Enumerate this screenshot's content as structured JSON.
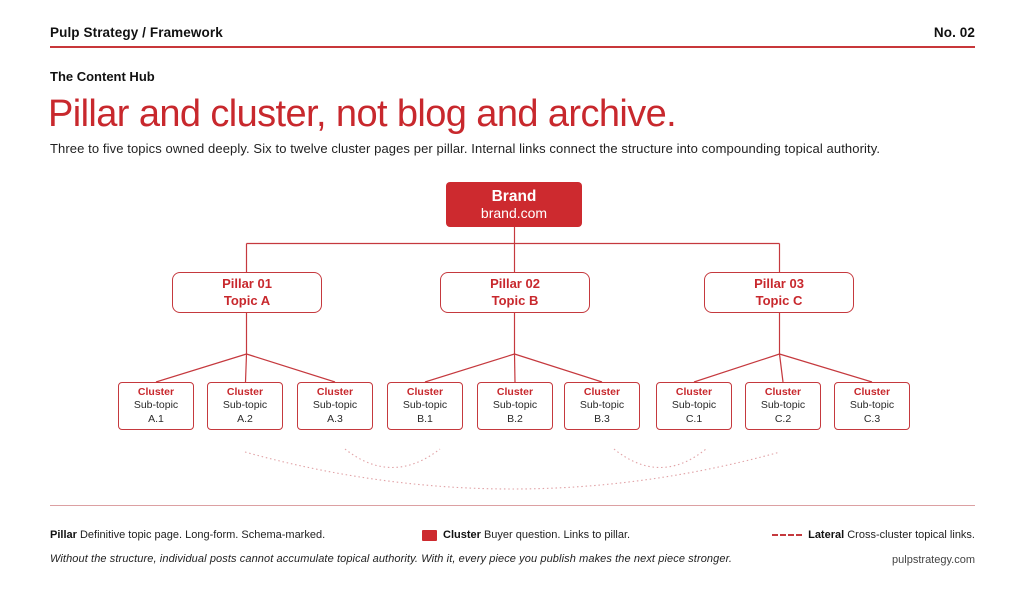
{
  "header": {
    "brand": "Pulp Strategy / Framework",
    "number": "No. 02"
  },
  "eyebrow": "The Content Hub",
  "title": "Pillar and cluster, not blog and archive.",
  "subtitle": "Three to five topics owned deeply. Six to twelve cluster pages per pillar. Internal links connect the structure into compounding topical authority.",
  "diagram": {
    "root": {
      "title": "Brand",
      "subtitle": "brand.com"
    },
    "pillars": [
      {
        "line1": "Pillar 01",
        "line2": "Topic A"
      },
      {
        "line1": "Pillar 02",
        "line2": "Topic B"
      },
      {
        "line1": "Pillar 03",
        "line2": "Topic C"
      }
    ],
    "clusters": [
      {
        "label": "Cluster",
        "line1": "Sub-topic",
        "line2": "A.1"
      },
      {
        "label": "Cluster",
        "line1": "Sub-topic",
        "line2": "A.2"
      },
      {
        "label": "Cluster",
        "line1": "Sub-topic",
        "line2": "A.3"
      },
      {
        "label": "Cluster",
        "line1": "Sub-topic",
        "line2": "B.1"
      },
      {
        "label": "Cluster",
        "line1": "Sub-topic",
        "line2": "B.2"
      },
      {
        "label": "Cluster",
        "line1": "Sub-topic",
        "line2": "B.3"
      },
      {
        "label": "Cluster",
        "line1": "Sub-topic",
        "line2": "C.1"
      },
      {
        "label": "Cluster",
        "line1": "Sub-topic",
        "line2": "C.2"
      },
      {
        "label": "Cluster",
        "line1": "Sub-topic",
        "line2": "C.3"
      }
    ]
  },
  "legend": {
    "pillar": {
      "term": "Pillar",
      "desc": "Definitive topic page. Long-form. Schema-marked."
    },
    "cluster": {
      "term": "Cluster",
      "desc": "Buyer question. Links to pillar.",
      "icon": "red-square-swatch"
    },
    "lateral": {
      "term": "Lateral",
      "desc": "Cross-cluster topical links.",
      "icon": "red-dashed-line-icon"
    }
  },
  "footnote": "Without the structure, individual posts cannot accumulate topical authority. With it, every piece you publish makes the next piece stronger.",
  "site": "pulpstrategy.com",
  "colors": {
    "primary_red": "#cd2a2f",
    "title_red": "#c8282d",
    "line_red": "#c5393e",
    "divider_pink": "#dca0a2",
    "text_dark": "#1c1c1e"
  }
}
